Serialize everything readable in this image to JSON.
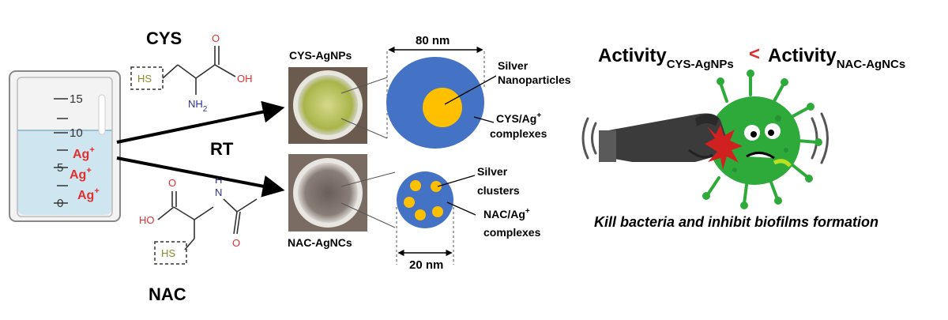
{
  "reagents": {
    "cys": {
      "name": "CYS",
      "sh": "HS",
      "oh": "OH",
      "o": "O",
      "nh2": "NH",
      "nh2_sub": "2"
    },
    "nac": {
      "name": "NAC",
      "sh": "HS",
      "ho": "HO",
      "o1": "O",
      "nh": "N",
      "h": "H",
      "o2": "O"
    }
  },
  "beaker": {
    "ticks": [
      "15",
      "10",
      "5",
      "0"
    ],
    "ions": [
      {
        "text": "Ag",
        "charge": "+"
      },
      {
        "text": "Ag",
        "charge": "+"
      },
      {
        "text": "Ag",
        "charge": "+"
      }
    ]
  },
  "reaction": {
    "condition": "RT"
  },
  "products": {
    "top": {
      "label": "CYS-AgNPs",
      "size": "80 nm",
      "core_label_1": "Silver",
      "core_label_2": "Nanoparticles",
      "shell_label_1": "CYS/Ag",
      "shell_label_sup": "+",
      "shell_label_2": "complexes"
    },
    "bottom": {
      "label": "NAC-AgNCs",
      "size": "20 nm",
      "core_label_1": "Silver",
      "core_label_2": "clusters",
      "shell_label_1": "NAC/Ag",
      "shell_label_sup": "+",
      "shell_label_2": "complexes"
    }
  },
  "activity": {
    "left_main": "Activity",
    "left_sub": "CYS-AgNPs",
    "comparator": "<",
    "right_main": "Activity",
    "right_sub": "NAC-AgNCs"
  },
  "caption": "Kill bacteria and inhibit biofilms formation",
  "colors": {
    "shell": "#4472C4",
    "core": "#FFC000",
    "ag_red": "#E03030",
    "oxygen": "#E03030",
    "nitrogen": "#2E3192",
    "sulfur": "#8A8A2A",
    "liquid": "#CFE6F0",
    "virus": "#2EAA3A",
    "glove": "#3B3B3B"
  }
}
